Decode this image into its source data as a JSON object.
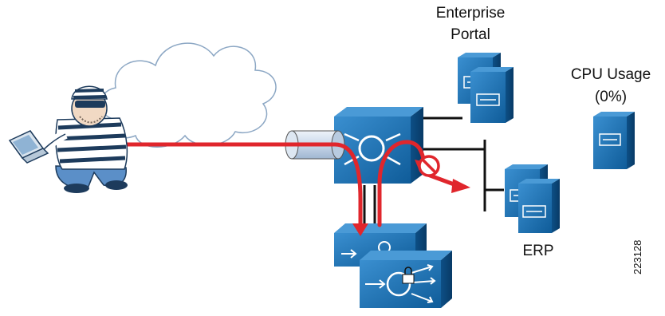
{
  "labels": {
    "portal_line1": "Enterprise",
    "portal_line2": "Portal",
    "cpu_line1": "CPU Usage",
    "cpu_line2": "(0%)",
    "erp": "ERP",
    "figure_id": "223128"
  },
  "icons": {
    "attacker": "masked-thief-with-laptop-icon",
    "internet": "cloud-icon",
    "tunnel": "vpn-tunnel-icon",
    "router": "firewall-router-icon",
    "ips": "ips-appliance-icon",
    "blocked": "prohibited-icon",
    "servers": "server-icon"
  },
  "colors": {
    "device_blue": "#1a6faf",
    "attack_red": "#e0262c",
    "cloud_outline": "#8ca7c4",
    "line_black": "#111111"
  }
}
